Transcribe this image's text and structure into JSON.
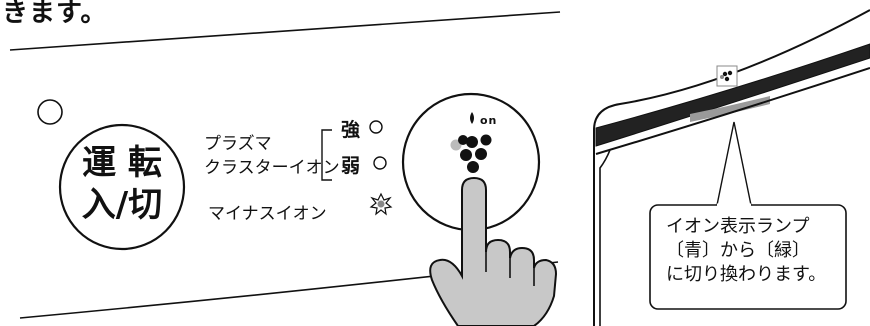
{
  "top_fragment": "きます。",
  "panel": {
    "run_button": {
      "line1": "運 転",
      "line2": "入/切"
    },
    "plasma_label": {
      "line1": "プラズマ",
      "line2": "クラスターイオン"
    },
    "level_strong": "強",
    "level_weak": "弱",
    "minus_ion_label": "マイナスイオン",
    "on_label": "on"
  },
  "callout": {
    "line1": "イオン表示ランプ",
    "line2": "〔青〕から〔緑〕",
    "line3": "に切り換わります。"
  },
  "colors": {
    "stroke": "#111111",
    "lamp_blue_off": "#bbbbbb",
    "hand_fill": "#c8c8c8",
    "lamp_band": "#9a9a9a"
  }
}
